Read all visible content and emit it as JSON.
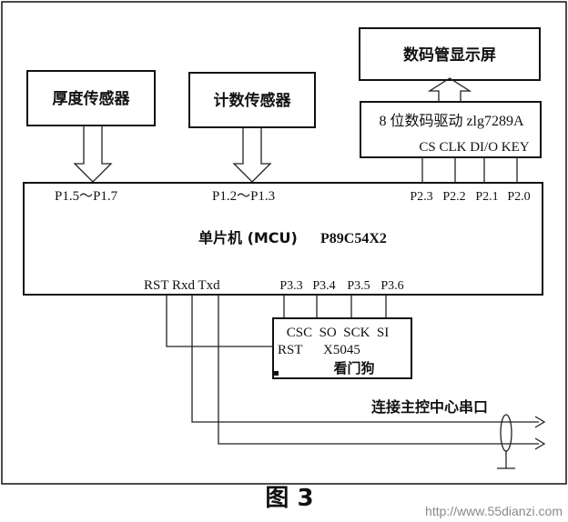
{
  "blocks": {
    "display": "数码管显示屏",
    "thickness_sensor": "厚度传感器",
    "count_sensor": "计数传感器",
    "driver_title": "8 位数码驱动 zlg7289A",
    "driver_pins": "CS CLK DI/O KEY",
    "mcu_label": "单片机 (MCU)",
    "mcu_model": "P89C54X2",
    "watchdog_pins": "CSC  SO  SCK  SI",
    "watchdog_rst": "RST",
    "watchdog_chip": "X5045",
    "watchdog_name": "看门狗"
  },
  "ports": {
    "p1_left": "P1.5～P1.7",
    "p1_mid": "P1.2～P1.3",
    "p2": [
      "P2.3",
      "P2.2",
      "P2.1",
      "P2.0"
    ],
    "uart": "RST Rxd Txd",
    "p3": [
      "P3.3",
      "P3.4",
      "P3.5",
      "P3.6"
    ]
  },
  "serial_label": "连接主控中心串口",
  "caption": "图 3",
  "watermark": "http://www.55dianzi.com"
}
